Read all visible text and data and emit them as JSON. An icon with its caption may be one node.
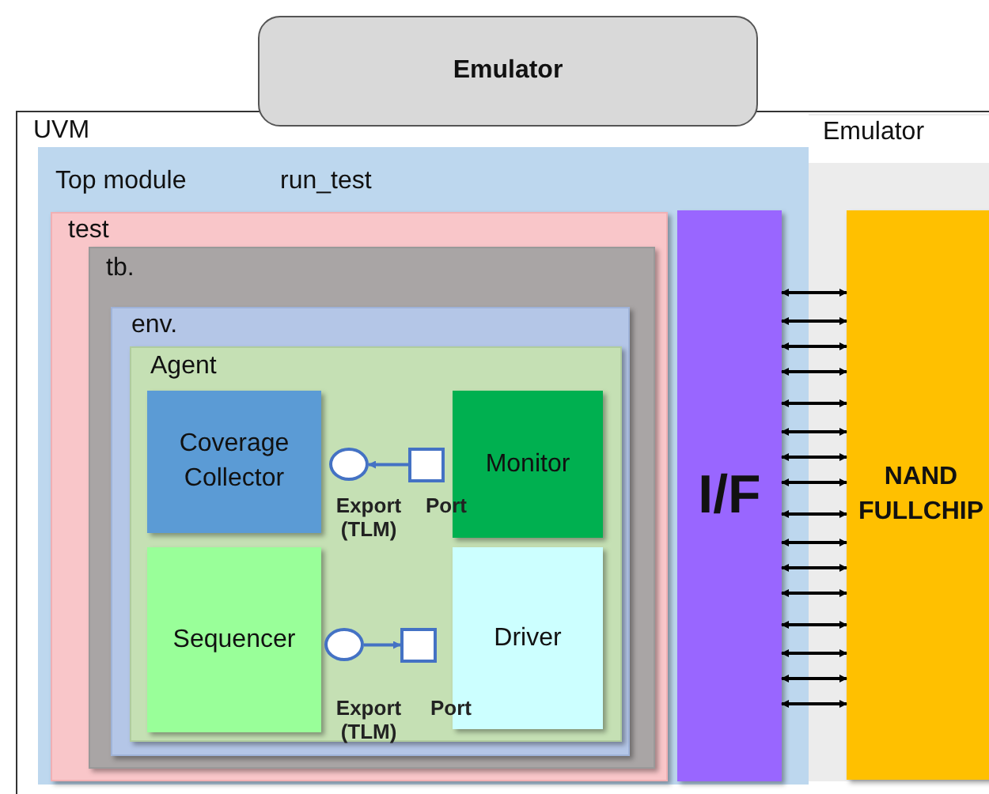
{
  "diagram": {
    "nodes": [
      {
        "text": [
          "Emulator"
        ]
      },
      {
        "text": [
          "UVM"
        ]
      },
      {
        "text": [
          "Top module",
          "run_test"
        ],
        "in": 1
      },
      {
        "text": [
          "test"
        ],
        "in": 2
      },
      {
        "text": [
          "tb."
        ],
        "in": 3
      },
      {
        "text": [
          "env."
        ],
        "in": 4
      },
      {
        "text": [
          "Agent"
        ],
        "in": 5
      },
      {
        "text": [
          "Coverage Collector"
        ],
        "in": 6
      },
      {
        "text": [
          "Monitor"
        ],
        "in": 6
      },
      {
        "text": [
          "Sequencer"
        ],
        "in": 6
      },
      {
        "text": [
          "Driver"
        ],
        "in": 6
      },
      {
        "text": [],
        "shape": "circle",
        "in": 6
      },
      {
        "text": [],
        "shape": "box",
        "in": 6
      },
      {
        "text": [],
        "shape": "circle",
        "in": 6
      },
      {
        "text": [],
        "shape": "box",
        "in": 6
      },
      {
        "text": [
          "I/F"
        ],
        "in": 2
      },
      {
        "text": [
          "Emulator"
        ],
        "in": 1
      },
      {
        "text": [
          "NAND FULLCHIP"
        ],
        "in": 16
      }
    ],
    "edges": [
      {
        "from": 12,
        "to": 11,
        "arrow": "to",
        "color": "#4472c4"
      },
      {
        "from": 13,
        "to": 14,
        "arrow": "to",
        "color": "#4472c4"
      },
      {
        "from": 15,
        "to": 17,
        "arrow": "both"
      },
      {
        "from": 15,
        "to": 17,
        "arrow": "both"
      },
      {
        "from": 15,
        "to": 17,
        "arrow": "both"
      },
      {
        "from": 15,
        "to": 17,
        "arrow": "both"
      },
      {
        "from": 15,
        "to": 17,
        "arrow": "both"
      },
      {
        "from": 15,
        "to": 17,
        "arrow": "both"
      },
      {
        "from": 15,
        "to": 17,
        "arrow": "both"
      },
      {
        "from": 15,
        "to": 17,
        "arrow": "both"
      },
      {
        "from": 15,
        "to": 17,
        "arrow": "both"
      },
      {
        "from": 15,
        "to": 17,
        "arrow": "both"
      },
      {
        "from": 15,
        "to": 17,
        "arrow": "both"
      },
      {
        "from": 15,
        "to": 17,
        "arrow": "both"
      },
      {
        "from": 15,
        "to": 17,
        "arrow": "both"
      },
      {
        "from": 15,
        "to": 17,
        "arrow": "both"
      },
      {
        "from": 15,
        "to": 17,
        "arrow": "both"
      },
      {
        "from": 15,
        "to": 17,
        "arrow": "both"
      }
    ],
    "labels": [
      "Export (TLM)",
      "Port",
      "Export (TLM)",
      "Port"
    ]
  }
}
